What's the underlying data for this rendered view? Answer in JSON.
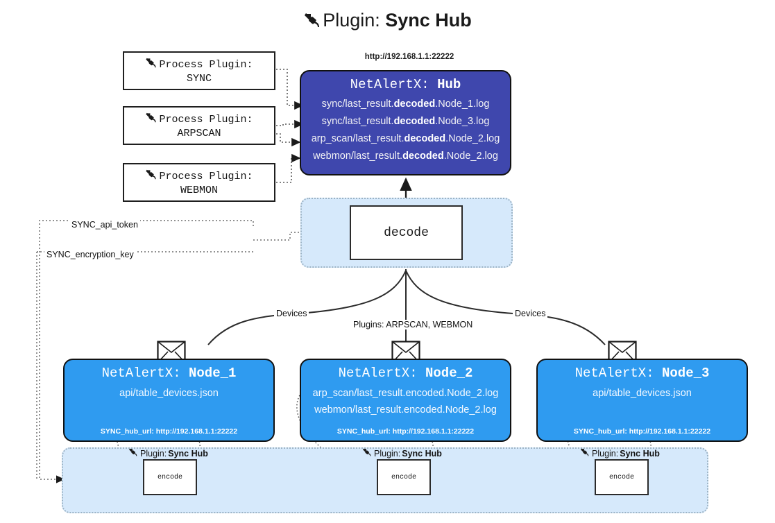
{
  "title": {
    "icon": "plug-icon",
    "prefix": "Plugin: ",
    "name": "Sync Hub"
  },
  "process_plugins": [
    {
      "icon": "plug-icon",
      "line1": "Process Plugin:",
      "line2": "SYNC"
    },
    {
      "icon": "plug-icon",
      "line1": "Process Plugin:",
      "line2": "ARPSCAN"
    },
    {
      "icon": "plug-icon",
      "line1": "Process Plugin:",
      "line2": "WEBMON"
    }
  ],
  "hub": {
    "url": "http://192.168.1.1:22222",
    "title_prefix": "NetAlertX: ",
    "title_name": "Hub",
    "logs": [
      {
        "pre": "sync/last_result.",
        "mid": "decoded",
        "post": ".Node_1.log"
      },
      {
        "pre": "sync/last_result.",
        "mid": "decoded",
        "post": ".Node_3.log"
      },
      {
        "pre": "arp_scan/last_result.",
        "mid": "decoded",
        "post": ".Node_2.log"
      },
      {
        "pre": "webmon/last_result.",
        "mid": "decoded",
        "post": ".Node_2.log"
      }
    ]
  },
  "decode": {
    "label": "decode"
  },
  "secrets": [
    {
      "label": "SYNC_api_token"
    },
    {
      "label": "SYNC_encryption_key"
    }
  ],
  "edge_labels": {
    "devices_left": "Devices",
    "devices_right": "Devices",
    "plugins_middle": "Plugins: ARPSCAN, WEBMON"
  },
  "nodes": [
    {
      "title_prefix": "NetAlertX: ",
      "title_name": "Node_1",
      "lines": [
        "api/table_devices.json"
      ],
      "footer": "SYNC_hub_url: http://192.168.1.1:22222",
      "envelope_icon": "envelope-icon"
    },
    {
      "title_prefix": "NetAlertX: ",
      "title_name": "Node_2",
      "lines": [
        "arp_scan/last_result.encoded.Node_2.log",
        "webmon/last_result.encoded.Node_2.log"
      ],
      "footer": "SYNC_hub_url: http://192.168.1.1:22222",
      "envelope_icon": "envelope-icon"
    },
    {
      "title_prefix": "NetAlertX: ",
      "title_name": "Node_3",
      "lines": [
        "api/table_devices.json"
      ],
      "footer": "SYNC_hub_url: http://192.168.1.1:22222",
      "envelope_icon": "envelope-icon"
    }
  ],
  "encoders": [
    {
      "caption_prefix": "Plugin: ",
      "caption_name": "Sync Hub",
      "label": "encode",
      "icon": "plug-icon"
    },
    {
      "caption_prefix": "Plugin: ",
      "caption_name": "Sync Hub",
      "label": "encode",
      "icon": "plug-icon"
    },
    {
      "caption_prefix": "Plugin: ",
      "caption_name": "Sync Hub",
      "label": "encode",
      "icon": "plug-icon"
    }
  ],
  "colors": {
    "hub_fill": "#3f47ad",
    "node_fill": "#2f9bf0",
    "zone_fill": "#d6e9fb",
    "stroke": "#111111",
    "dotted_stroke": "#9bb2c4"
  }
}
